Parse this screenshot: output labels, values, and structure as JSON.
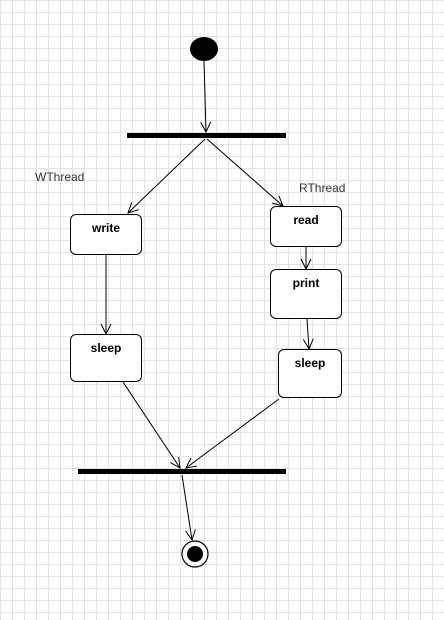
{
  "diagram": {
    "type": "activity",
    "lanes": {
      "left": "WThread",
      "right": "RThread"
    },
    "actions": {
      "write": "write",
      "sleep_left": "sleep",
      "read": "read",
      "print": "print",
      "sleep_right": "sleep"
    },
    "flow": [
      [
        "start",
        "fork"
      ],
      [
        "fork",
        "write"
      ],
      [
        "fork",
        "read"
      ],
      [
        "write",
        "sleep_left"
      ],
      [
        "read",
        "print"
      ],
      [
        "print",
        "sleep_right"
      ],
      [
        "sleep_left",
        "join"
      ],
      [
        "sleep_right",
        "join"
      ],
      [
        "join",
        "end"
      ]
    ],
    "colors": {
      "stroke": "#000000",
      "fill": "#ffffff",
      "grid": "#e3e3e3"
    }
  }
}
